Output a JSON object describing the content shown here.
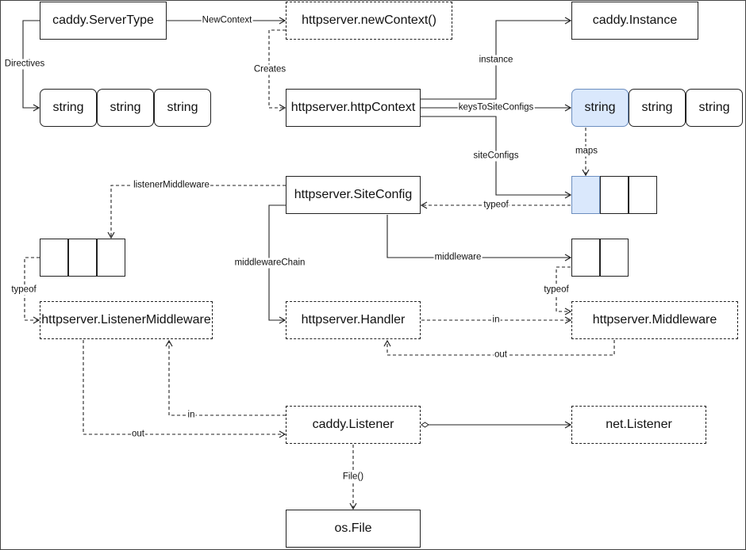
{
  "nodes": {
    "server_type": "caddy.ServerType",
    "new_context": "httpserver.newContext()",
    "caddy_instance": "caddy.Instance",
    "http_context": "httpserver.httpContext",
    "site_config": "httpserver.SiteConfig",
    "listener_middleware": "httpserver.ListenerMiddleware",
    "handler": "httpserver.Handler",
    "middleware": "httpserver.Middleware",
    "caddy_listener": "caddy.Listener",
    "net_listener": "net.Listener",
    "os_file": "os.File",
    "directives_strings": [
      "string",
      "string",
      "string"
    ],
    "keys_strings": [
      "string",
      "string",
      "string"
    ]
  },
  "edges": {
    "new_context": "NewContext",
    "directives": "Directives",
    "creates": "Creates",
    "instance": "instance",
    "keys_to_site_configs": "keysToSiteConfigs",
    "maps": "maps",
    "site_configs": "siteConfigs",
    "typeof_site": "typeof",
    "listener_middleware": "listenerMiddleware",
    "middleware_chain": "middlewareChain",
    "middleware": "middleware",
    "typeof_listener": "typeof",
    "typeof_middleware": "typeof",
    "in_handler": "in",
    "out_handler": "out",
    "in_listener": "in",
    "out_listener": "out",
    "file": "File()"
  },
  "colors": {
    "highlight_fill": "#dae8fc",
    "highlight_stroke": "#6c8ebf",
    "line": "#222222"
  }
}
